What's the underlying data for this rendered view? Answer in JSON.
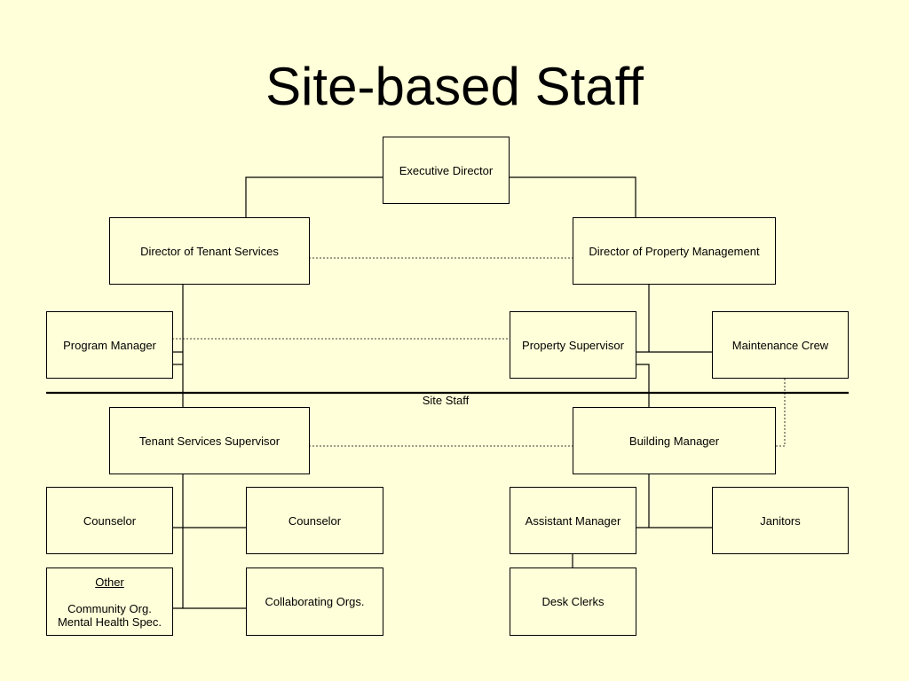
{
  "title": "Site-based Staff",
  "divider_label": "Site Staff",
  "boxes": {
    "executive_director": "Executive Director",
    "director_tenant_services": "Director of Tenant Services",
    "director_property_management": "Director of Property Management",
    "program_manager": "Program Manager",
    "property_supervisor": "Property Supervisor",
    "maintenance_crew": "Maintenance Crew",
    "tenant_services_supervisor": "Tenant Services Supervisor",
    "building_manager": "Building Manager",
    "counselor_1": "Counselor",
    "counselor_2": "Counselor",
    "assistant_manager": "Assistant Manager",
    "janitors": "Janitors",
    "other_heading": "Other",
    "other_line1": "Community Org.",
    "other_line2": "Mental Health Spec.",
    "collaborating_orgs": "Collaborating Orgs.",
    "desk_clerks": "Desk Clerks"
  }
}
